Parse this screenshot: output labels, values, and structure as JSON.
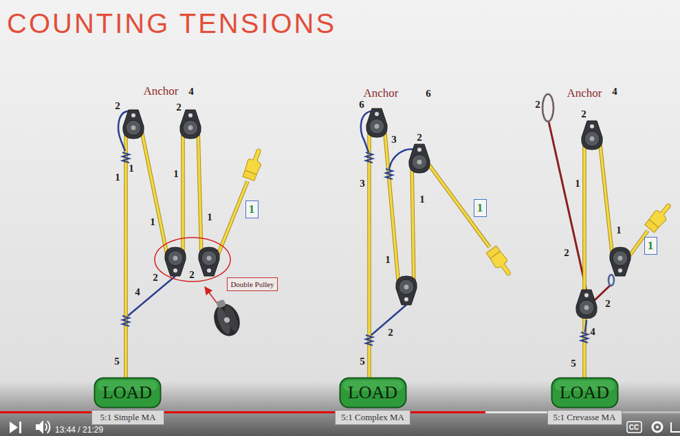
{
  "diagram": {
    "title": "COUNTING TENSIONS",
    "nodes": [
      {
        "text": [
          "1"
        ]
      },
      {
        "text": [
          "Double Pulley"
        ]
      },
      {
        "text": [
          "LOAD"
        ]
      },
      {
        "text": [
          "5:1 Simple MA"
        ]
      },
      {
        "text": [
          "1"
        ]
      },
      {
        "text": [
          "LOAD"
        ]
      },
      {
        "text": [
          "5:1 Complex MA"
        ]
      },
      {
        "text": [
          "1"
        ]
      },
      {
        "text": [
          "LOAD"
        ]
      },
      {
        "text": [
          "5:1 Crevasse MA"
        ]
      }
    ],
    "labels": [
      "Anchor",
      "4",
      "2",
      "2",
      "1",
      "1",
      "1",
      "1",
      "1",
      "2",
      "2",
      "4",
      "5",
      "Anchor",
      "6",
      "6",
      "3",
      "2",
      "3",
      "1",
      "1",
      "2",
      "5",
      "Anchor",
      "4",
      "2",
      "2",
      "1",
      "1",
      "2",
      "2",
      "4",
      "5",
      "13:44 / 21:29",
      "CC"
    ]
  }
}
